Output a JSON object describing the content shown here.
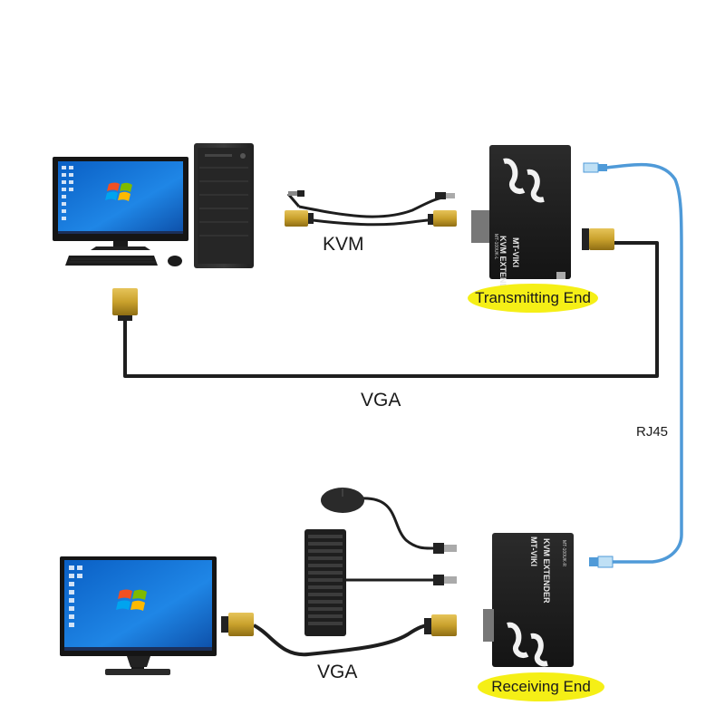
{
  "labels": {
    "kvm": "KVM",
    "vga_top": "VGA",
    "vga_bottom": "VGA",
    "rj45": "RJ45",
    "transmitting_end": "Transmitting End",
    "receiving_end": "Receiving End"
  },
  "devices": {
    "brand": "MT-VIKI",
    "product": "KVM EXTENDER",
    "model_tx": "MT-100UK-L",
    "model_rx": "MT-100UK-R"
  },
  "colors": {
    "cable_black": "#1e1e1e",
    "cable_blue": "#4f9ad8",
    "connector_gold": "#c9a12c",
    "bubble_yellow": "#f5ef16",
    "device_body": "#1f1f1f"
  }
}
